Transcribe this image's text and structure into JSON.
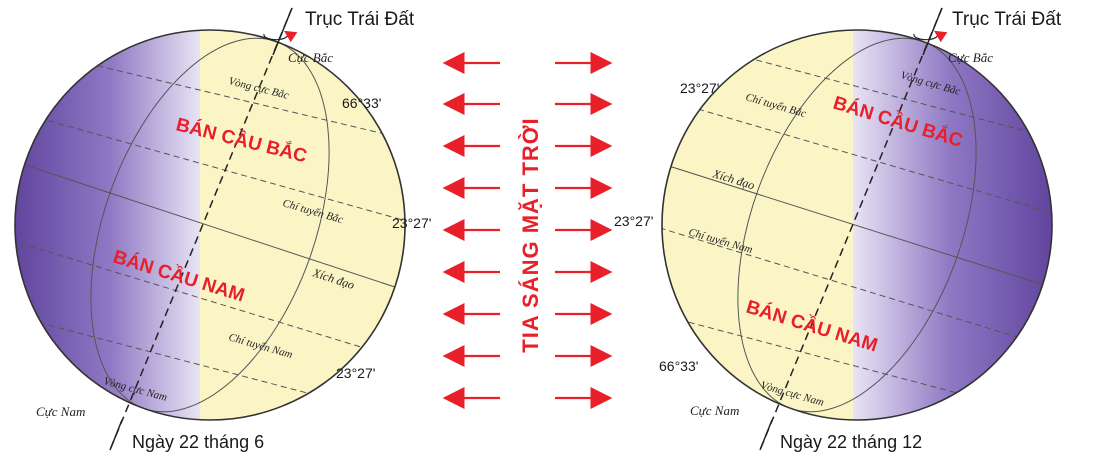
{
  "center": {
    "sun_rays_label": "TIA SÁNG MẶT TRỜI"
  },
  "globes": [
    {
      "axis_label": "Trục Trái Đất",
      "north_pole": "Cực Bắc",
      "south_pole": "Cực Nam",
      "arctic_circle": "Vòng cực Bắc",
      "tropic_cancer": "Chí tuyến Bắc",
      "equator": "Xích đạo",
      "tropic_capricorn": "Chí tuyến Nam",
      "antarctic_circle": "Vòng cực Nam",
      "lat_arctic": "66°33'",
      "lat_cancer": "23°27'",
      "lat_capricorn": "23°27'",
      "northern_hemisphere": "BÁN CẦU BẮC",
      "southern_hemisphere": "BÁN CẦU NAM",
      "caption": "Ngày 22 tháng 6"
    },
    {
      "axis_label": "Trục Trái Đất",
      "north_pole": "Cực Bắc",
      "south_pole": "Cực Nam",
      "arctic_circle": "Vòng cực Bắc",
      "tropic_cancer": "Chí tuyến Bắc",
      "equator": "Xích đạo",
      "tropic_capricorn": "Chí tuyến Nam",
      "antarctic_circle": "Vòng cực Nam",
      "lat_cancer": "23°27'",
      "lat_equator_side": "23°27'",
      "lat_antarctic": "66°33'",
      "northern_hemisphere": "BÁN CẦU BẮC",
      "southern_hemisphere": "BÁN CẦU NAM",
      "caption": "Ngày 22 tháng 12"
    }
  ],
  "colors": {
    "lit": "#fbf5c6",
    "dark": "#5b3f9a",
    "ray": "#e8202a"
  }
}
